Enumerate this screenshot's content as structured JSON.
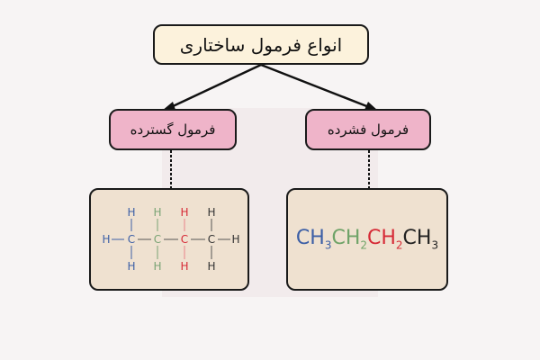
{
  "title": "انواع فرمول ساختاری",
  "left_node": {
    "label": "فرمول گسترده"
  },
  "right_node": {
    "label": "فرمول فشرده"
  },
  "condensed": {
    "parts": [
      {
        "text": "CH",
        "sub": "3",
        "color": "#3c5fa6"
      },
      {
        "text": "CH",
        "sub": "2",
        "color": "#6fa368"
      },
      {
        "text": "CH",
        "sub": "2",
        "color": "#d62a36"
      },
      {
        "text": "CH",
        "sub": "3",
        "color": "#222222"
      }
    ]
  },
  "expanded": {
    "atom_H": "H",
    "atom_C": "C",
    "colors": [
      "#3c5fa6",
      "#7aa475",
      "#d62a36",
      "#333333"
    ]
  }
}
